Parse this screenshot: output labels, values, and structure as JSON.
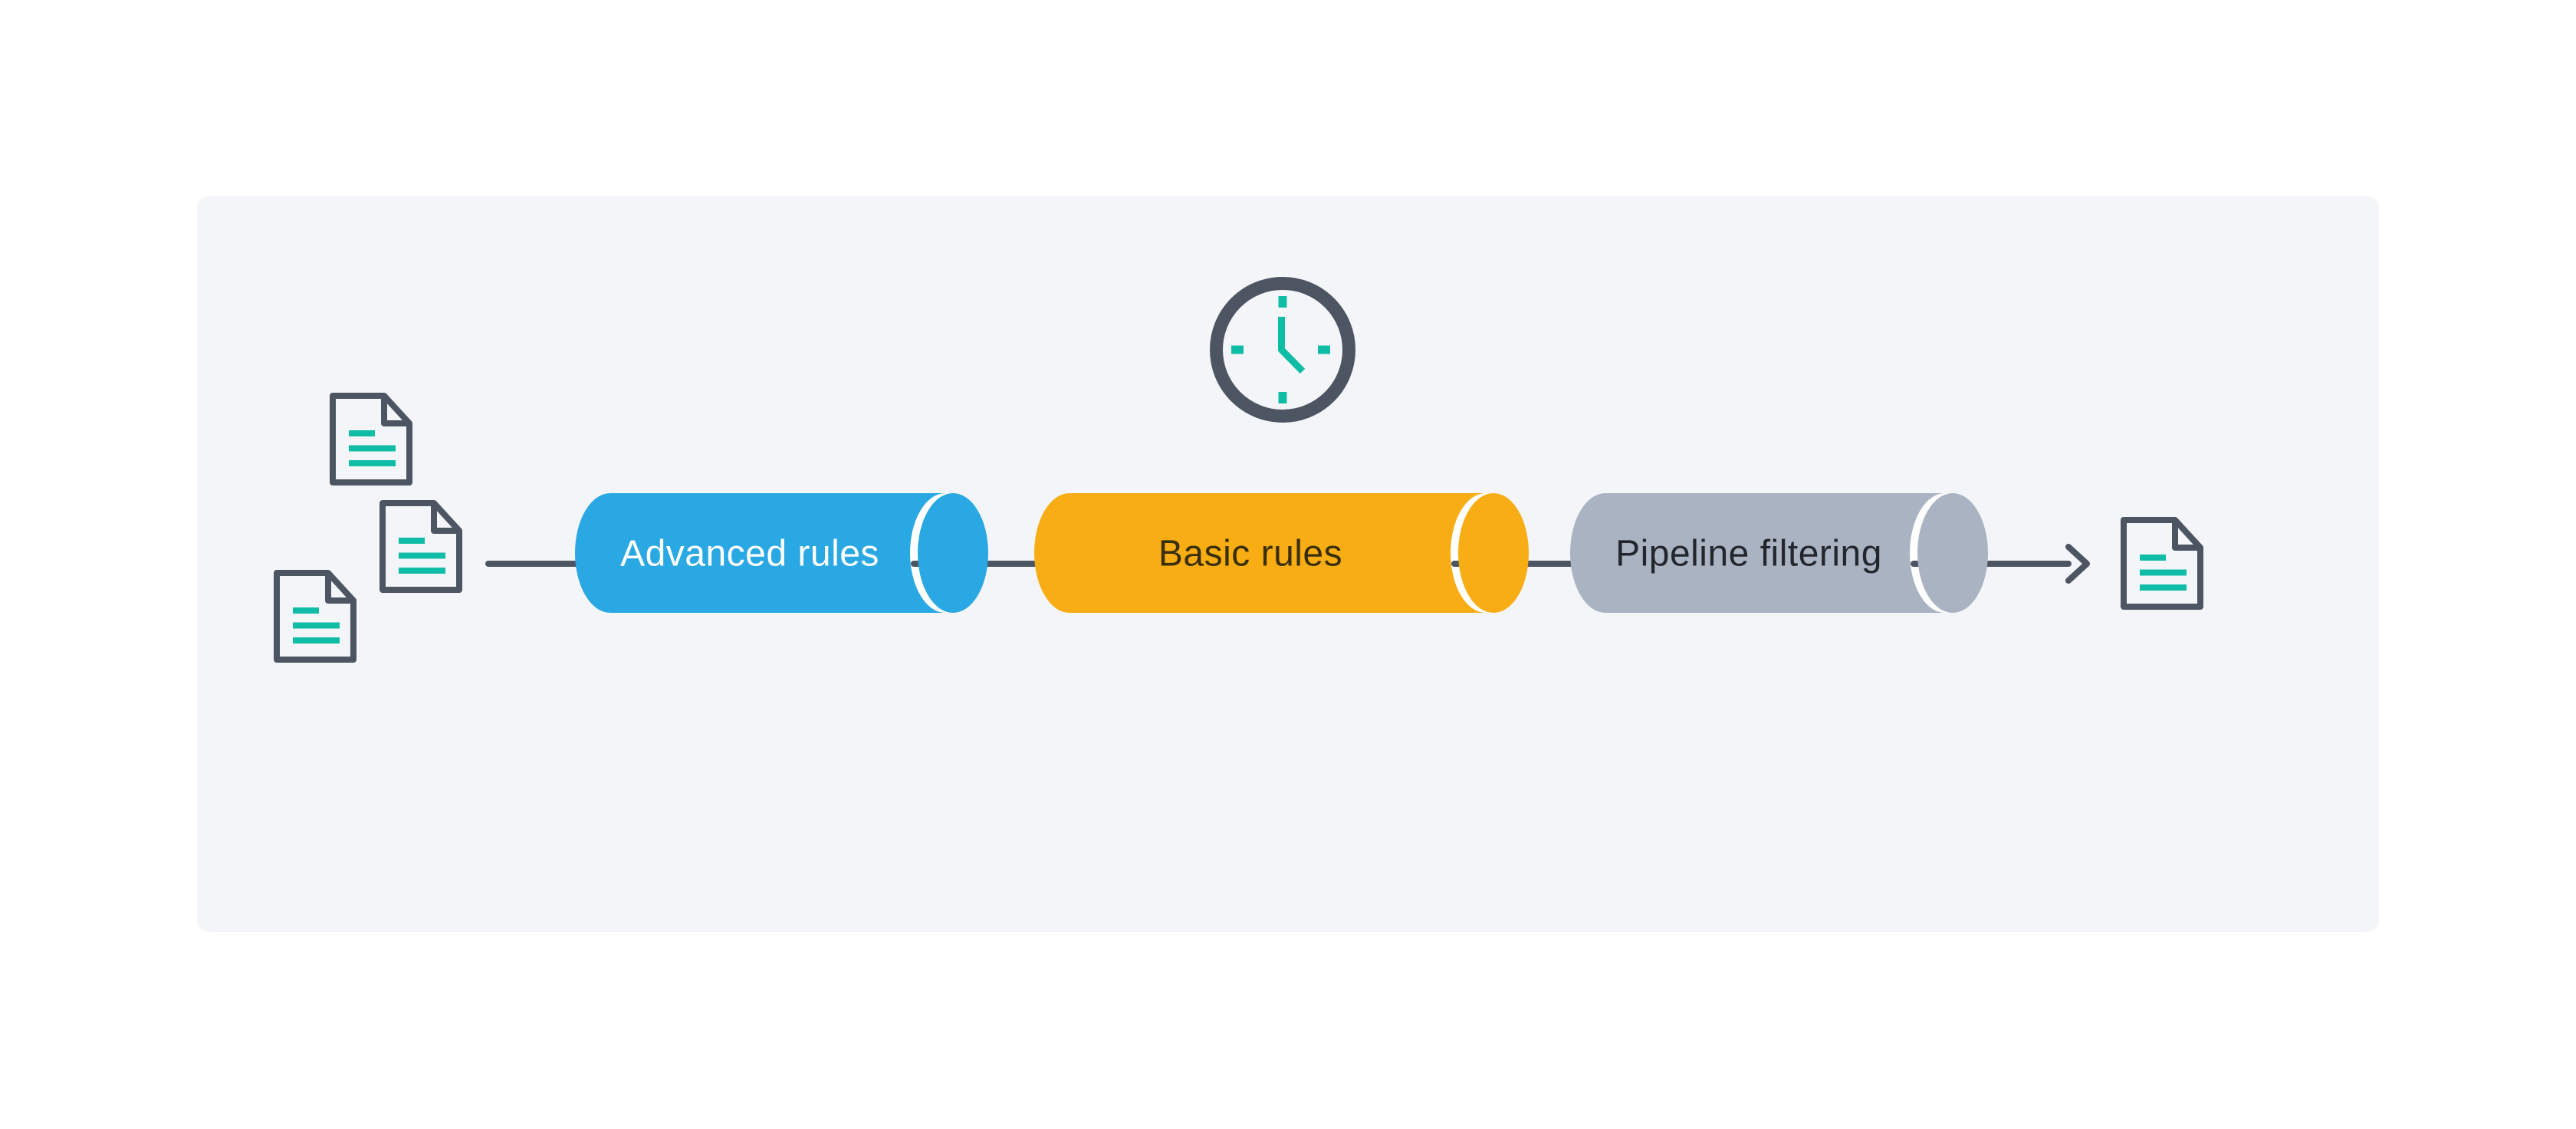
{
  "diagram": {
    "stages": [
      {
        "label": "Advanced rules"
      },
      {
        "label": "Basic rules"
      },
      {
        "label": "Pipeline filtering"
      }
    ]
  },
  "colors": {
    "page_bg": "#ffffff",
    "panel_bg": "#f4f5f9",
    "slate": "#4d5562",
    "teal": "#0fbda7",
    "blue": "#29a8e3",
    "orange": "#f8ad14",
    "gray_cylinder": "#aab3c2",
    "white_ring": "#ffffff",
    "doc_fill": "#f4f5f9",
    "label_on_blue": "#ffffff",
    "label_on_orange": "#3a2f0b",
    "label_on_gray": "#23262d"
  }
}
